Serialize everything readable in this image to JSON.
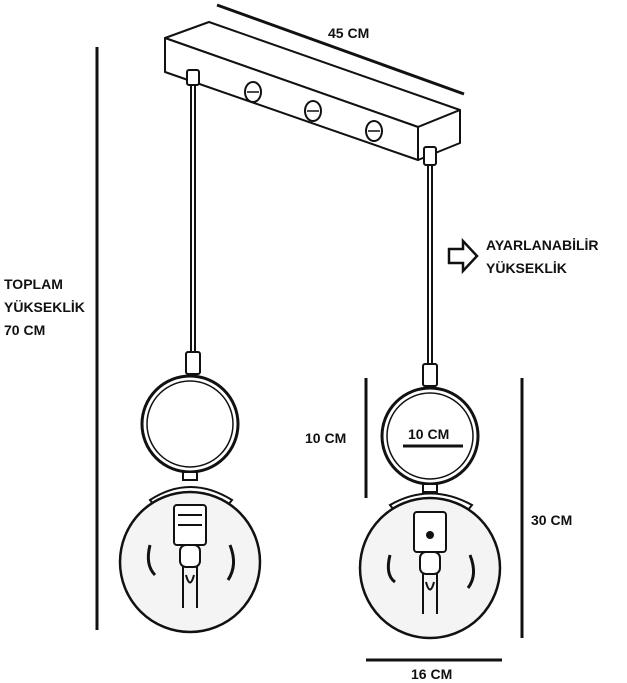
{
  "labels": {
    "width": "45 CM",
    "adjustable_line1": "AYARLANABİLİR",
    "adjustable_line2": "YÜKSEKLİK",
    "total_line1": "TOPLAM",
    "total_line2": "YÜKSEKLİK",
    "total_line3": "70 CM",
    "ring_height": "10 CM",
    "ring_width": "10 CM",
    "pendant_height": "30 CM",
    "globe_width": "16 CM"
  },
  "colors": {
    "ink": "#111111",
    "glass": "#f4f4f4"
  },
  "icons": {
    "arrow": "outline-right-arrow-icon"
  }
}
